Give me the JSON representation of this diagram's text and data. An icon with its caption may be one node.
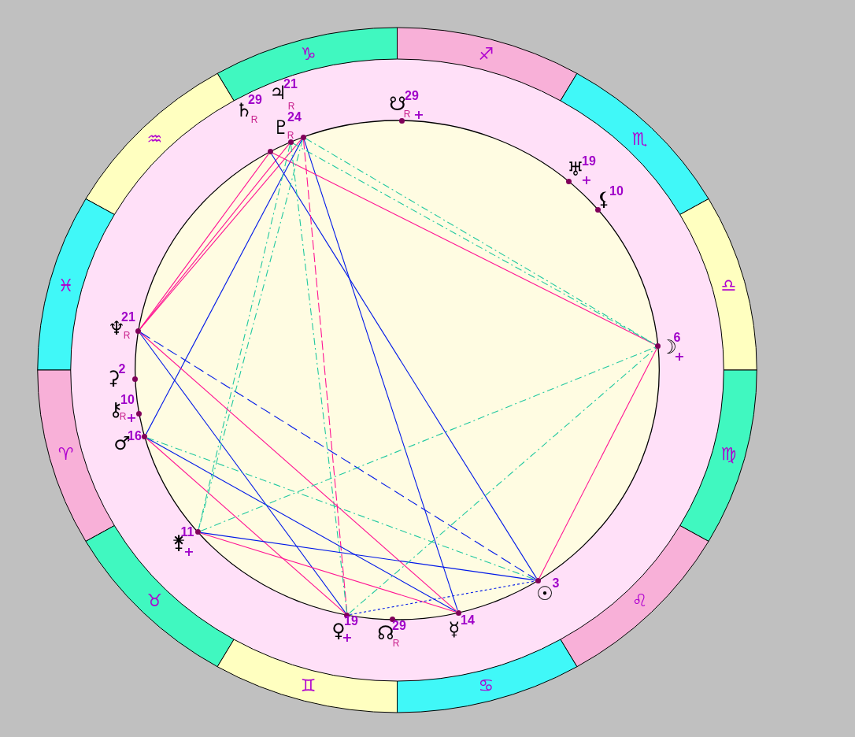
{
  "diagram": {
    "nodes": [
      {
        "text": [
          "♑"
        ]
      },
      {
        "text": [
          "♐"
        ]
      },
      {
        "text": [
          "♒"
        ]
      },
      {
        "text": [
          "♏"
        ]
      },
      {
        "text": [
          "♓"
        ]
      },
      {
        "text": [
          "♎"
        ]
      },
      {
        "text": [
          "♈"
        ]
      },
      {
        "text": [
          "♍"
        ]
      },
      {
        "text": [
          "♉"
        ]
      },
      {
        "text": [
          "♌"
        ]
      },
      {
        "text": [
          "♊"
        ]
      },
      {
        "text": [
          "♋"
        ]
      },
      {
        "text": [
          "♃",
          "21",
          "R"
        ]
      },
      {
        "text": [
          "♄",
          "29",
          "R"
        ]
      },
      {
        "text": [
          "☋",
          "29",
          "R",
          "+"
        ]
      },
      {
        "text": [
          "♇",
          "24",
          "R"
        ]
      },
      {
        "text": [
          "♅",
          "19",
          "+"
        ]
      },
      {
        "text": [
          "⚸",
          "10"
        ]
      },
      {
        "text": [
          "♆",
          "21",
          "R"
        ]
      },
      {
        "text": [
          "☽",
          "6",
          "+"
        ]
      },
      {
        "text": [
          "⚳",
          "2"
        ]
      },
      {
        "text": [
          "⚷",
          "10",
          "R",
          "+"
        ]
      },
      {
        "text": [
          "♂",
          "16"
        ]
      },
      {
        "text": [
          "⚵",
          "11",
          "+"
        ]
      },
      {
        "text": [
          "☉",
          "3"
        ]
      },
      {
        "text": [
          "♀",
          "19",
          "+"
        ]
      },
      {
        "text": [
          "☿",
          "14"
        ]
      },
      {
        "text": [
          "☊",
          "29",
          "R"
        ]
      }
    ],
    "edges": [
      {
        "from": 18,
        "to": 13,
        "arrow": "none",
        "color": "#ff1493"
      },
      {
        "from": 18,
        "to": 12,
        "arrow": "none",
        "color": "#ff1493"
      },
      {
        "from": 18,
        "to": 15,
        "arrow": "none",
        "color": "#ff1493"
      },
      {
        "from": 22,
        "to": 12,
        "arrow": "none",
        "color": "#0018e8"
      },
      {
        "from": 13,
        "to": 24,
        "arrow": "none",
        "color": "#0018e8"
      },
      {
        "from": 12,
        "to": 26,
        "arrow": "none",
        "color": "#0018e8"
      },
      {
        "from": 13,
        "to": 19,
        "arrow": "none",
        "color": "#ff1493"
      },
      {
        "from": 15,
        "to": 19,
        "arrow": "none",
        "style": "dashed",
        "color": "#20c8a0"
      },
      {
        "from": 12,
        "to": 19,
        "arrow": "none",
        "style": "dashed",
        "color": "#20c8a0"
      },
      {
        "from": 12,
        "to": 25,
        "arrow": "none",
        "style": "dashed",
        "color": "#ff1493"
      },
      {
        "from": 15,
        "to": 25,
        "arrow": "none",
        "style": "dashed",
        "color": "#20c8a0"
      },
      {
        "from": 15,
        "to": 23,
        "arrow": "none",
        "style": "dashed",
        "color": "#20c8a0"
      },
      {
        "from": 18,
        "to": 25,
        "arrow": "none",
        "color": "#0018e8"
      },
      {
        "from": 18,
        "to": 26,
        "arrow": "none",
        "color": "#ff1493"
      },
      {
        "from": 18,
        "to": 24,
        "arrow": "none",
        "style": "dashed",
        "color": "#0018e8"
      },
      {
        "from": 22,
        "to": 25,
        "arrow": "none",
        "color": "#ff1493"
      },
      {
        "from": 22,
        "to": 26,
        "arrow": "none",
        "color": "#0018e8"
      },
      {
        "from": 22,
        "to": 24,
        "arrow": "none",
        "style": "dashed",
        "color": "#20c8a0"
      },
      {
        "from": 23,
        "to": 26,
        "arrow": "none",
        "color": "#ff1493"
      },
      {
        "from": 23,
        "to": 24,
        "arrow": "none",
        "color": "#0018e8"
      },
      {
        "from": 23,
        "to": 19,
        "arrow": "none",
        "style": "dashed",
        "color": "#20c8a0"
      },
      {
        "from": 25,
        "to": 24,
        "arrow": "none",
        "style": "dashed",
        "color": "#0018e8"
      },
      {
        "from": 25,
        "to": 19,
        "arrow": "none",
        "style": "dashed",
        "color": "#20c8a0"
      },
      {
        "from": 24,
        "to": 19,
        "arrow": "none",
        "color": "#ff1493"
      },
      {
        "from": 12,
        "to": 23,
        "arrow": "none",
        "style": "dashed",
        "color": "#20c8a0"
      }
    ]
  }
}
